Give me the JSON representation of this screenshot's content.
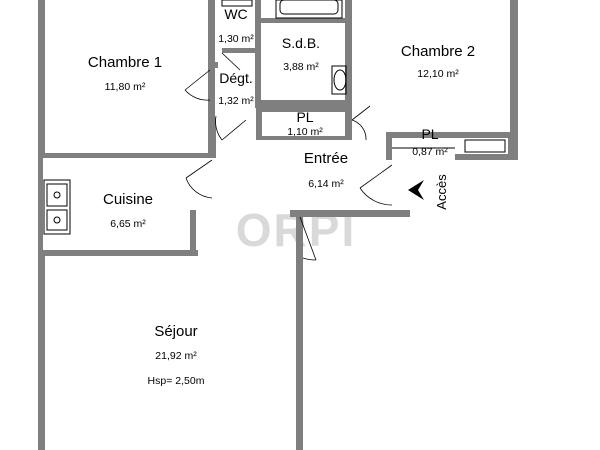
{
  "rooms": {
    "wc": {
      "name": "WC",
      "area": "1,30 m²"
    },
    "sdb": {
      "name": "S.d.B.",
      "area": "3,88 m²"
    },
    "chambre1": {
      "name": "Chambre 1",
      "area": "11,80 m²"
    },
    "degt": {
      "name": "Dégt.",
      "area": "1,32 m²"
    },
    "chambre2": {
      "name": "Chambre 2",
      "area": "12,10 m²"
    },
    "pl1": {
      "name": "PL",
      "area": "1,10 m²"
    },
    "pl2": {
      "name": "PL",
      "area": "0,87 m²"
    },
    "entree": {
      "name": "Entrée",
      "area": "6,14 m²"
    },
    "cuisine": {
      "name": "Cuisine",
      "area": "6,65 m²"
    },
    "sejour": {
      "name": "Séjour",
      "area": "21,92 m²",
      "hsp": "Hsp= 2,50m"
    }
  },
  "access_label": "Accès",
  "watermark": "ORPI"
}
